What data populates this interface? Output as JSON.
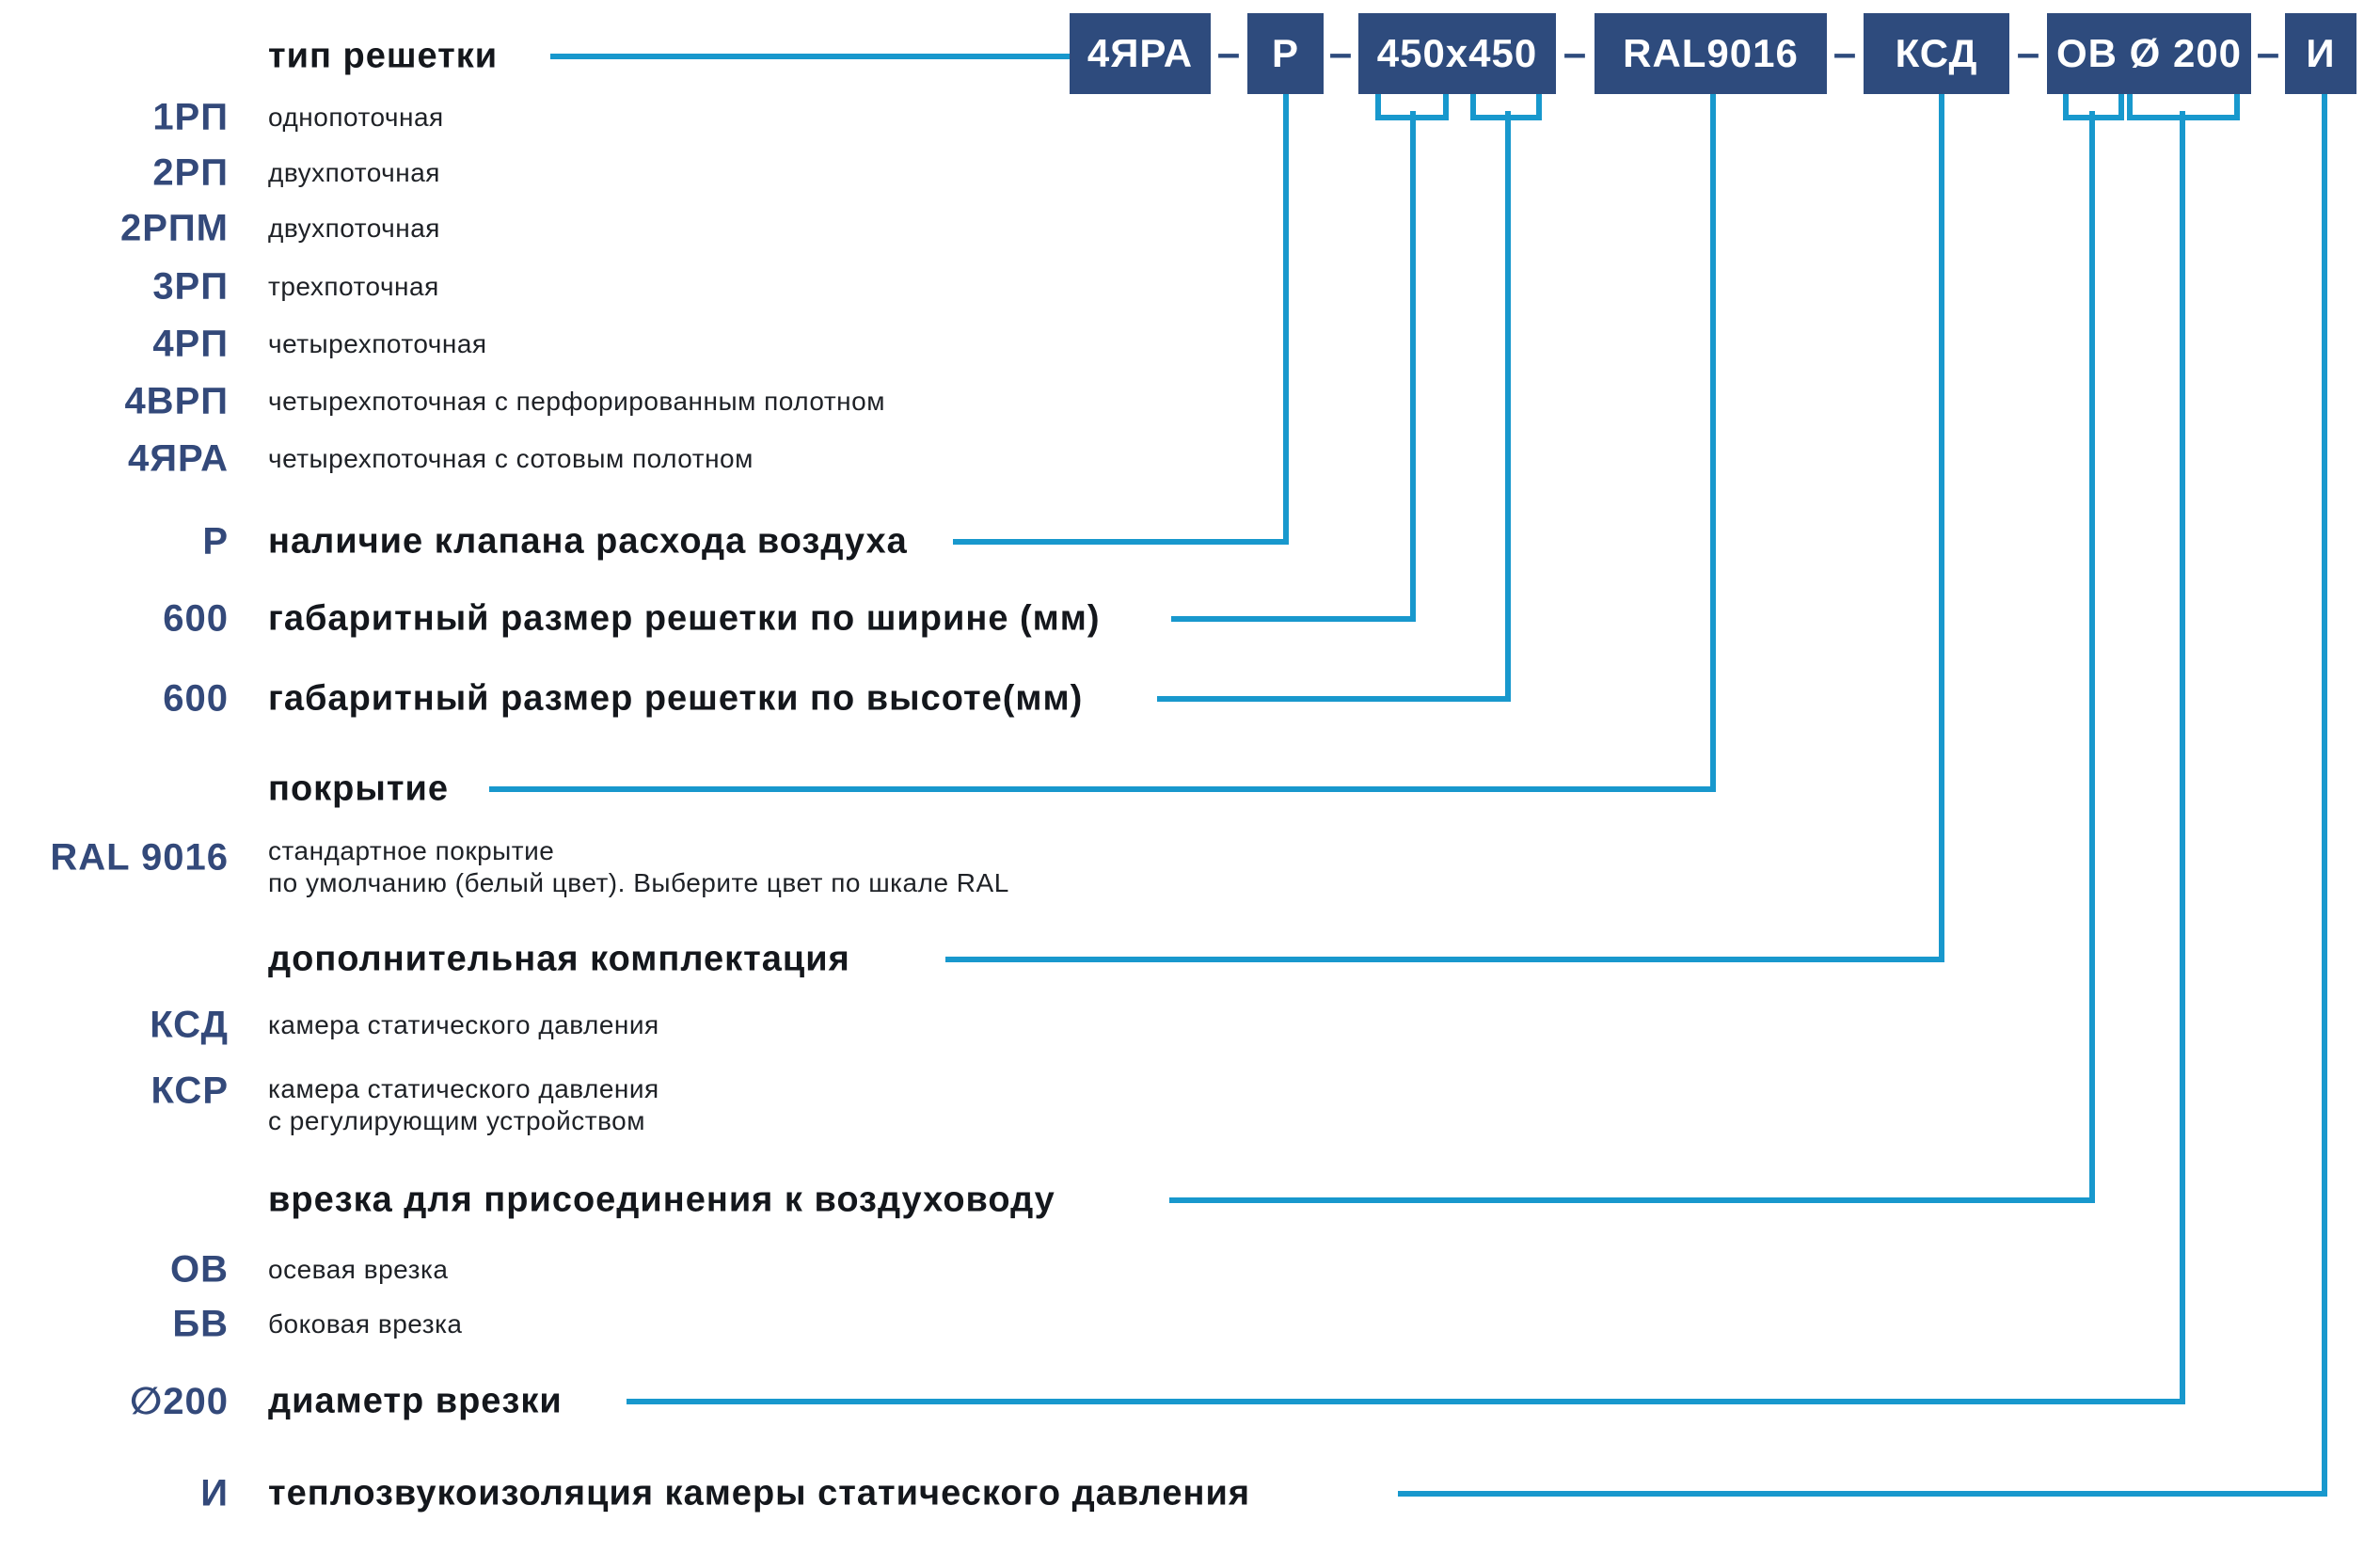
{
  "colors": {
    "box_navy": "#2e4b7d",
    "code_navy": "#33497a",
    "line_cyan": "#1898cd",
    "heading_text": "#14171c",
    "body_text": "#1e2126"
  },
  "separator": "–",
  "code_boxes": [
    {
      "label": "4ЯРА"
    },
    {
      "label": "Р"
    },
    {
      "label": "450x450"
    },
    {
      "label": "RAL9016"
    },
    {
      "label": "КСД"
    },
    {
      "label": "ОВ Ø 200"
    },
    {
      "label": "И"
    }
  ],
  "grille_type": {
    "header": "тип решетки",
    "items": [
      {
        "code": "1РП",
        "desc": "однопоточная"
      },
      {
        "code": "2РП",
        "desc": "двухпоточная"
      },
      {
        "code": "2РПМ",
        "desc": "двухпоточная"
      },
      {
        "code": "3РП",
        "desc": "трехпоточная"
      },
      {
        "code": "4РП",
        "desc": "четырехпоточная"
      },
      {
        "code": "4ВРП",
        "desc": "четырехпоточная с перфорированным полотном"
      },
      {
        "code": "4ЯРА",
        "desc": "четырехпоточная с сотовым полотном"
      }
    ]
  },
  "valve": {
    "code": "Р",
    "label": "наличие клапана расхода воздуха"
  },
  "width": {
    "code": "600",
    "label": "габаритный размер решетки по ширине (мм)"
  },
  "height": {
    "code": "600",
    "label": "габаритный размер решетки по высоте(мм)"
  },
  "coating": {
    "header": "покрытие",
    "code": "RAL 9016",
    "desc_line1": "стандартное покрытие",
    "desc_line2": "по умолчанию (белый цвет). Выберите цвет по шкале RAL"
  },
  "extra": {
    "header": "дополнительная комплектация",
    "items": [
      {
        "code": "КСД",
        "desc": "камера статического давления"
      },
      {
        "code": "КСР",
        "desc_line1": "камера статического давления",
        "desc_line2": "с регулирующим устройством"
      }
    ]
  },
  "duct": {
    "header": "врезка для присоединения к воздуховоду",
    "items": [
      {
        "code": "ОВ",
        "desc": "осевая врезка"
      },
      {
        "code": "БВ",
        "desc": "боковая врезка"
      }
    ]
  },
  "diameter": {
    "code": "∅200",
    "label": "диаметр врезки"
  },
  "insulation": {
    "code": "И",
    "label": "теплозвукоизоляция камеры статического давления"
  }
}
